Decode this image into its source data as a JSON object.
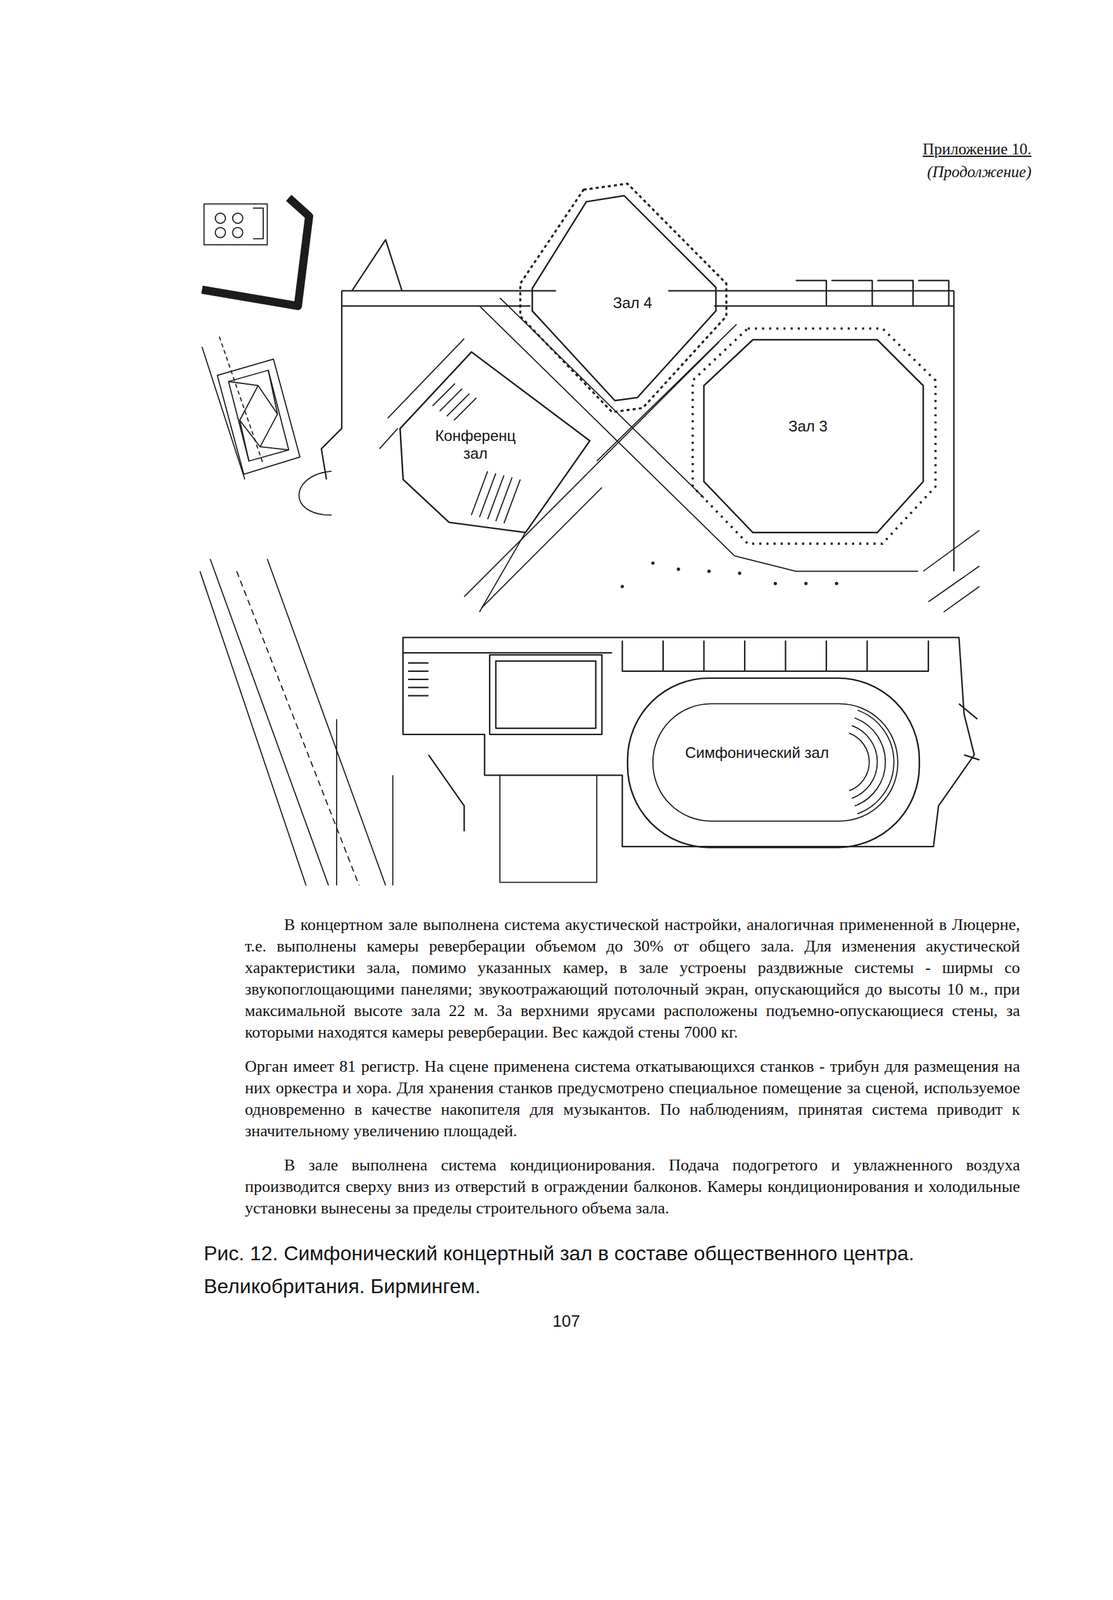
{
  "diagram": {
    "caption": "Рис. 12. Симфонический концертный зал в составе общественного центра. Великобритания. Бирмингем.",
    "nodes": [
      {
        "text": [
          "Зал 4"
        ]
      },
      {
        "text": [
          "Конференц зал"
        ]
      },
      {
        "text": [
          "Зал 3"
        ]
      },
      {
        "text": [
          "Симфонический зал"
        ]
      }
    ],
    "labels": [
      "Приложение 10.",
      "(Продолжение)",
      "В концертном зале выполнена система акустической настройки, аналогичная примененной в Люцерне, т.е. выполнены камеры реверберации объемом до 30% от общего зала. Для изменения акустической характеристики зала, помимо указанных камер, в зале устроены раздвижные системы - ширмы со звукопоглощающими панелями; звукоотражающий потолочный экран, опускающийся до высоты 10 м., при максимальной высоте зала 22 м. За верхними ярусами расположены подъемно-опускающиеся стены, за которыми находятся камеры реверберации. Вес каждой стены 7000 кг.",
      "Орган имеет 81 регистр. На сцене применена система откатывающихся станков - трибун для размещения на них оркестра и хора. Для хранения станков предусмотрено специальное помещение за сценой, используемое одновременно в качестве накопителя для музыкантов. По наблюдениям, принятая система приводит к значительному увеличению площадей.",
      "В зале выполнена система кондиционирования. Подача подогретого и увлажненного воздуха производится сверху вниз из отверстий в ограждении балконов. Камеры кондиционирования и холодильные установки вынесены за пределы строительного объема зала.",
      "107"
    ]
  }
}
